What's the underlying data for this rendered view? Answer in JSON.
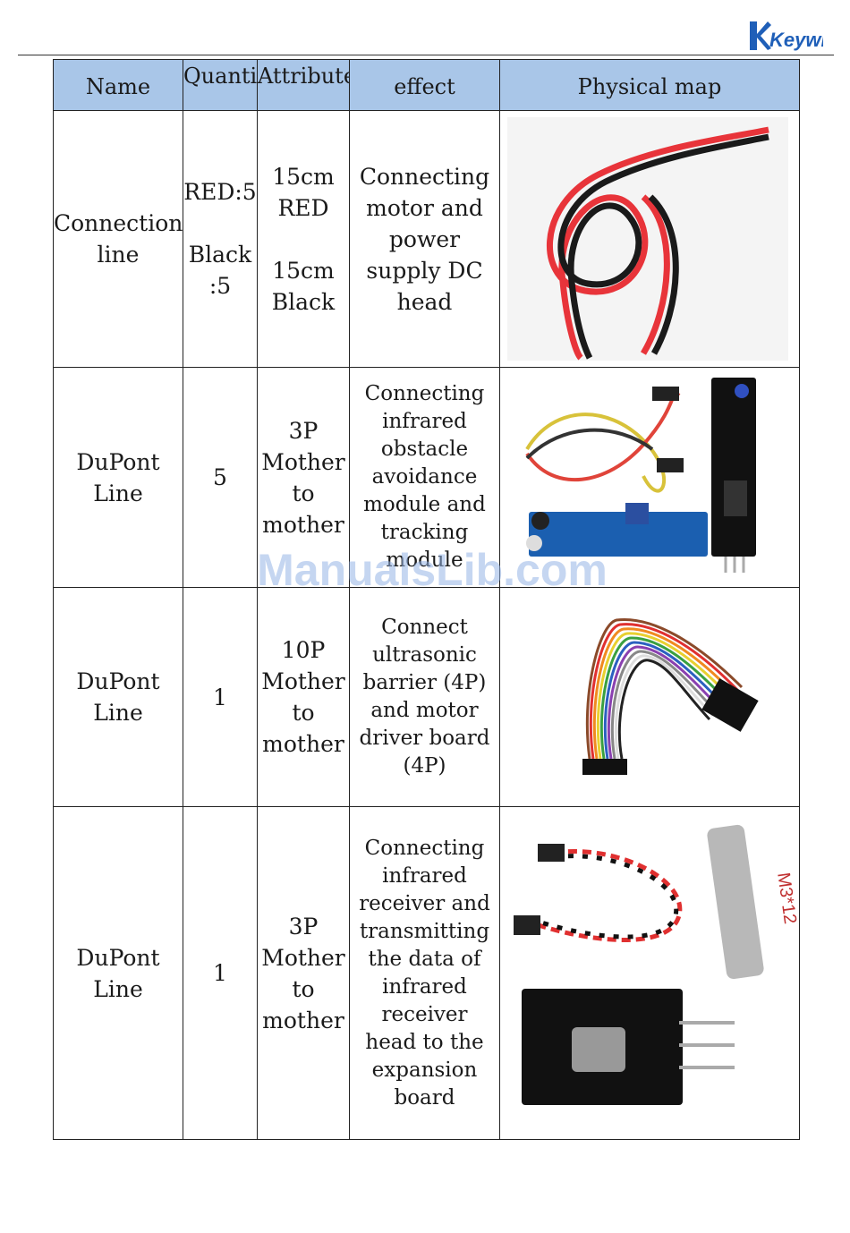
{
  "header": {
    "logo_text": "Keywish"
  },
  "table": {
    "columns": [
      "Name",
      "Quantity",
      "Attributes",
      "effect",
      "Physical map"
    ],
    "rows": [
      {
        "name": "Connection line",
        "quantity": "RED:5\n\nBlack\n:5",
        "attributes": "15cm\nRED\n\n15cm\nBlack",
        "effect": "Connecting motor and power supply DC head"
      },
      {
        "name": "DuPont Line",
        "quantity": "5",
        "attributes": "3P\nMother\nto\nmother",
        "effect": "Connecting infrared obstacle avoidance module and tracking module"
      },
      {
        "name": "DuPont Line",
        "quantity": "1",
        "attributes": "10P\nMother\nto\nmother",
        "effect": "Connect ultrasonic barrier (4P) and motor driver board (4P)"
      },
      {
        "name": "DuPont Line",
        "quantity": "1",
        "attributes": "3P\nMother\nto\nmother",
        "effect": "Connecting infrared receiver and transmitting the data of infrared receiver head to the expansion board"
      }
    ]
  },
  "watermark": "ManualsLib.com",
  "screw_marking": "M3*12"
}
